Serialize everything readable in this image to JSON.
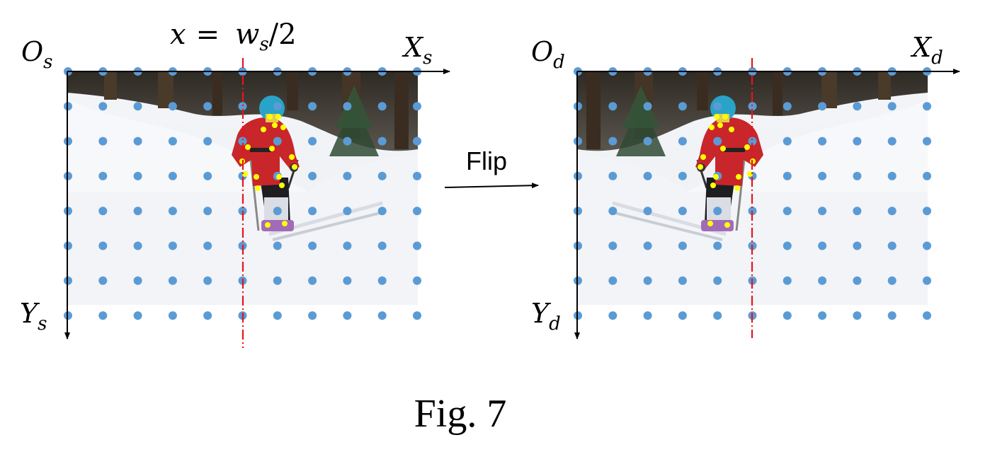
{
  "formula": {
    "x": "x",
    "eq": "=",
    "w": "w",
    "w_sub": "s",
    "rest": "/2"
  },
  "source": {
    "origin": "O",
    "origin_sub": "s",
    "x_axis": "X",
    "x_axis_sub": "s",
    "y_axis": "Y",
    "y_axis_sub": "s"
  },
  "dest": {
    "origin": "O",
    "origin_sub": "d",
    "x_axis": "X",
    "x_axis_sub": "d",
    "y_axis": "Y",
    "y_axis_sub": "d"
  },
  "transform_label": "Flip",
  "caption": "Fig. 7",
  "grid": {
    "columns": 11,
    "rows": 8
  },
  "colors": {
    "grid_dot": "#5b9bd5",
    "keypoint": "#ffff00",
    "symmetry_line": "#e8141b",
    "axis": "#000000",
    "jacket": "#c8262b",
    "helmet": "#2aa3c8",
    "snow": "#eef1f5",
    "trees": "#3e3a33"
  },
  "skier_icon": "skier-photo"
}
